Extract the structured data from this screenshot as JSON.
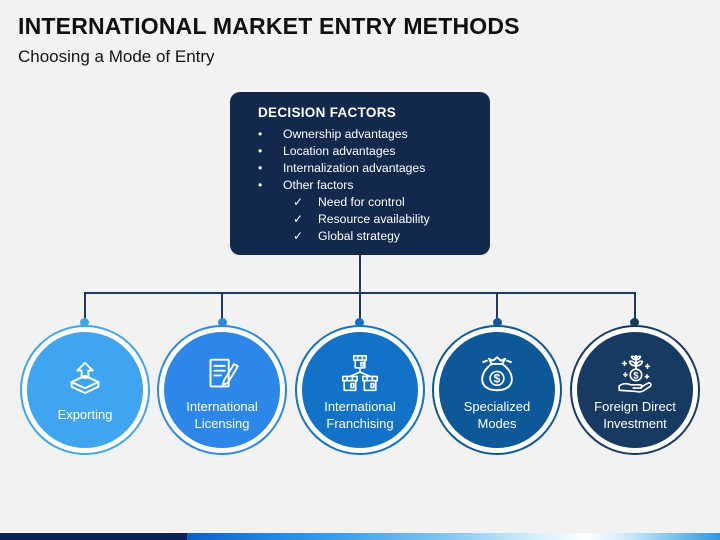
{
  "slide": {
    "title": "INTERNATIONAL MARKET ENTRY METHODS",
    "subtitle": "Choosing a Mode of Entry"
  },
  "decision_box": {
    "title": "DECISION FACTORS",
    "bullet_glyph": "•",
    "check_glyph": "✓",
    "bullets": [
      "Ownership advantages",
      "Location advantages",
      "Internalization advantages",
      "Other factors"
    ],
    "sub_bullets": [
      "Need for control",
      "Resource availability",
      "Global strategy"
    ],
    "bg_color": "#12294D"
  },
  "modes": [
    {
      "label": "Exporting",
      "color": "#3FA5F0",
      "icon": "export-box-arrow-icon"
    },
    {
      "label": "International Licensing",
      "color": "#2C87E8",
      "icon": "license-document-pencil-icon"
    },
    {
      "label": "International Franchising",
      "color": "#1172C8",
      "icon": "franchise-buildings-icon"
    },
    {
      "label": "Specialized Modes",
      "color": "#0D5899",
      "icon": "money-bag-icon"
    },
    {
      "label": "Foreign Direct Investment",
      "color": "#163A61",
      "icon": "investment-hand-plant-icon"
    }
  ],
  "colors": {
    "background": "#F2F2F2",
    "title_text": "#101010",
    "connector_line": "#1E3A5F",
    "box_text": "#FFFFFF",
    "bottom_bar_navy": "#0D2156",
    "bottom_bar_gradient_stops": [
      "#0E5FC6",
      "#1E86E2",
      "#3FA2ED",
      "#7FC4F4",
      "#C9E9FB",
      "#FEFFFF",
      "#C9E8FA",
      "#7EC4F0",
      "#2E96E0"
    ]
  }
}
